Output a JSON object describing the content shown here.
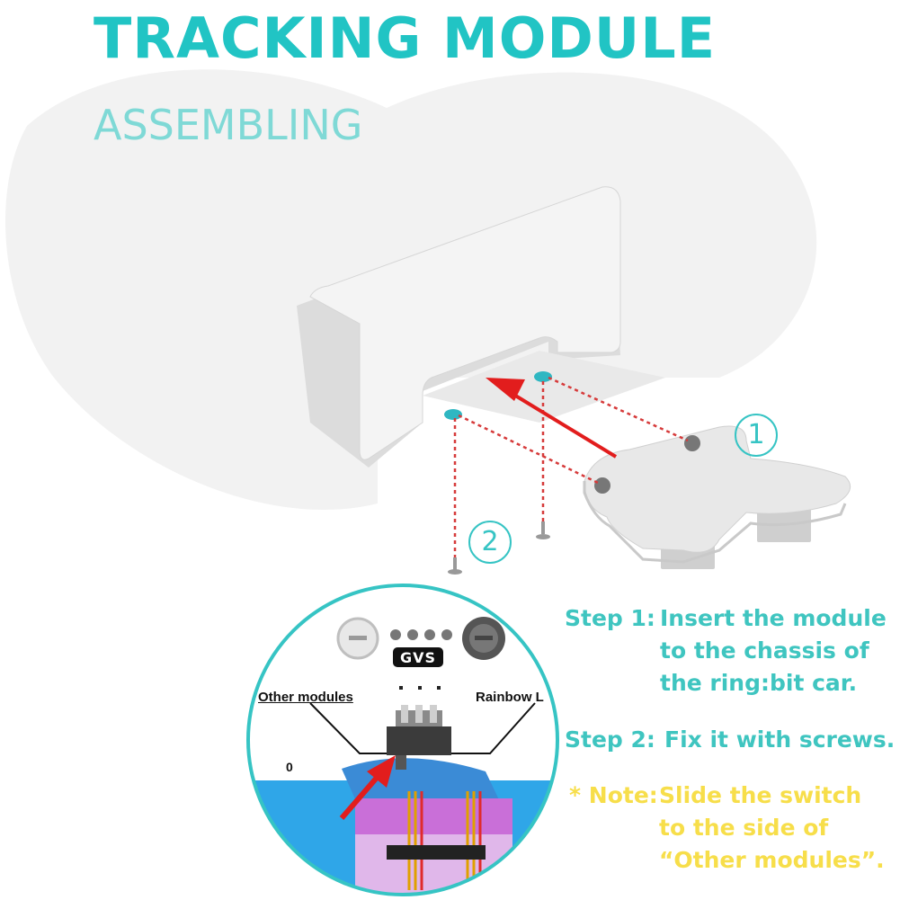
{
  "header": {
    "title": "TRACKING MODULE",
    "subtitle": "ASSEMBLING"
  },
  "markers": {
    "one": "1",
    "two": "2"
  },
  "zoom": {
    "left_label": "Other modules",
    "right_label": "Rainbow L",
    "pin_letters": "GVS",
    "zero": "0"
  },
  "steps": [
    {
      "label": "Step 1:",
      "lines": [
        "Insert the module",
        "to the chassis of",
        "the ring:bit car."
      ]
    },
    {
      "label": "Step 2:",
      "lines": [
        "Fix it with screws."
      ]
    },
    {
      "label": "* Note:",
      "lines": [
        "Slide the switch",
        "to the side of",
        "“Other modules”."
      ]
    }
  ],
  "colors": {
    "accent": "#21c4c4",
    "subtitle": "#7fd9d6",
    "note": "#f7de4a",
    "arrow": "#e21d1d",
    "guide": "#d63a3a"
  }
}
